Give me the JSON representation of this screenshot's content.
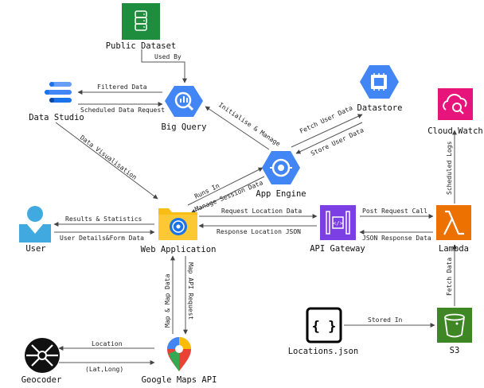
{
  "nodes": {
    "public_dataset": "Public Dataset",
    "data_studio": "Data Studio",
    "big_query": "Big Query",
    "datastore": "Datastore",
    "cloud_watch": "Cloud Watch",
    "app_engine": "App Engine",
    "user": "User",
    "web_application": "Web Application",
    "api_gateway": "API Gateway",
    "lambda": "Lambda",
    "locations_json": "Locations.json",
    "s3": "S3",
    "geocoder": "Geocoder",
    "google_maps_api": "Google Maps API"
  },
  "edges": {
    "used_by": "Used By",
    "filtered_data": "Filtered Data",
    "scheduled_data_request": "Scheduled Data Request",
    "initialise_manage": "Initialise & Manage",
    "fetch_user_data": "Fetch User Data",
    "store_user_data": "Store User Data",
    "data_visualisation": "Data Visualisation",
    "runs_in": "Runs In",
    "manage_session_data": "Manage Session Data",
    "results_statistics": "Results & Statistics",
    "user_details_form_data": "User Details&Form Data",
    "request_location_data": "Request Location Data",
    "response_location_json": "Response Location JSON",
    "post_request_call": "Post Request Call",
    "json_response_data": "JSON Response Data",
    "scheduled_logs": "Scheduled Logs",
    "fetch_data": "Fetch Data",
    "stored_in": "Stored In",
    "map_map_data": "Map & Map Data",
    "map_api_request": "Map API Request",
    "location": "Location",
    "lat_long": "(Lat,Long)"
  },
  "colors": {
    "gcp_blue": "#4285F4",
    "gcp_dark_blue": "#1A73E8",
    "dataset_green": "#1E8E3E",
    "aws_pink": "#E7157B",
    "aws_purple": "#7B3FE4",
    "aws_orange": "#ED7100",
    "s3_green": "#3F8624",
    "user_blue": "#3FA9E0",
    "folder_yellow": "#F9BE16",
    "edge_gray": "#555555"
  }
}
